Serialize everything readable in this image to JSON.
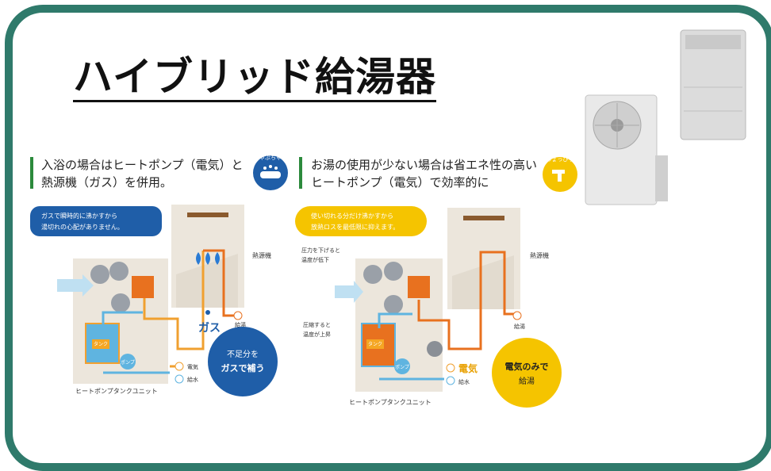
{
  "title": "ハイブリッド給湯器",
  "left": {
    "heading_line1": "入浴の場合はヒートポンプ（電気）と",
    "heading_line2": "熱源機（ガス）を併用。",
    "badge_label": "ちゃぷちゃぷ",
    "note_line1": "ガスで瞬時的に沸かすから",
    "note_line2": "湯切れの心配がありません。",
    "heat_source": "熱源機",
    "gas": "ガス",
    "supply_hot": "給湯",
    "electric": "電気",
    "supply_water": "給水",
    "tank": "タンク",
    "pump": "ポンプ",
    "circle_line1": "不足分を",
    "circle_line2": "ガスで補う",
    "unit_label": "ヒートポンプタンクユニット"
  },
  "right": {
    "heading_line1": "お湯の使用が少ない場合は省エネ性の高い",
    "heading_line2": "ヒートポンプ（電気）で効率的に",
    "badge_label": "ちょっぴり",
    "note_line1": "使い切れる分だけ沸かすから",
    "note_line2": "放熱ロスを最低限に抑えます。",
    "heat_source": "熱源機",
    "callout_top_line1": "圧力を下げると",
    "callout_top_line2": "温度が低下",
    "callout_bottom_line1": "圧縮すると",
    "callout_bottom_line2": "温度が上昇",
    "supply_hot": "給湯",
    "electric": "電気",
    "supply_water": "給水",
    "tank": "タンク",
    "pump": "ポンプ",
    "circle_line1": "電気のみで",
    "circle_line2": "給湯",
    "unit_label": "ヒートポンプタンクユニット"
  },
  "colors": {
    "frame": "#2f7a6b",
    "green_bar": "#2c8a3c",
    "blue": "#1f5ea8",
    "yellow": "#f5c400",
    "orange": "#e8711f",
    "light_blue": "#5fb4e0",
    "beige": "#ece6dc"
  }
}
